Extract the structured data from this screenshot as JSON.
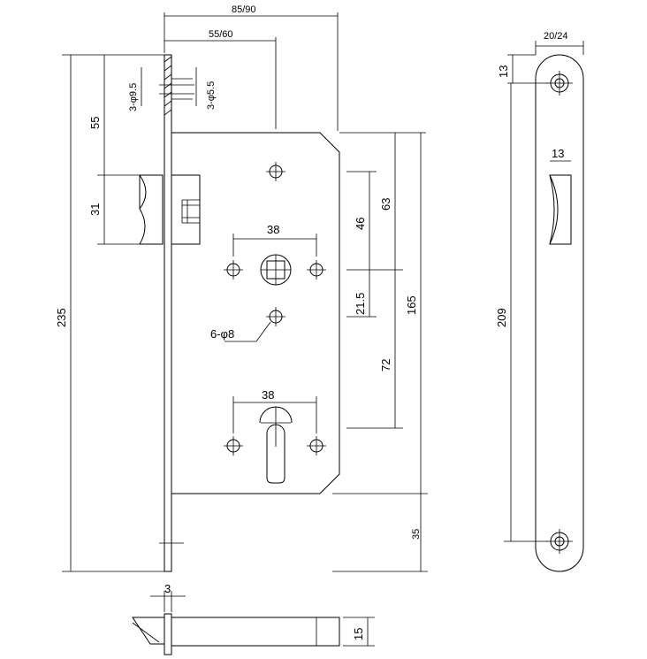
{
  "dimensions": {
    "total_width": "85/90",
    "backset": "55/60",
    "plate_width": "20/24",
    "hole_a": "3-φ9.5",
    "hole_b": "3-φ5.5",
    "d55": "55",
    "d31": "31",
    "d235": "235",
    "handle_spacing_top": "38",
    "handle_spacing_bottom": "38",
    "d46": "46",
    "d63": "63",
    "d21_5": "21.5",
    "d165": "165",
    "d72": "72",
    "holes_6": "6-φ8",
    "d35": "35",
    "plate_hole_offset": "13",
    "latch_width": "13",
    "d209": "209",
    "thickness": "3",
    "bolt_height": "15"
  }
}
